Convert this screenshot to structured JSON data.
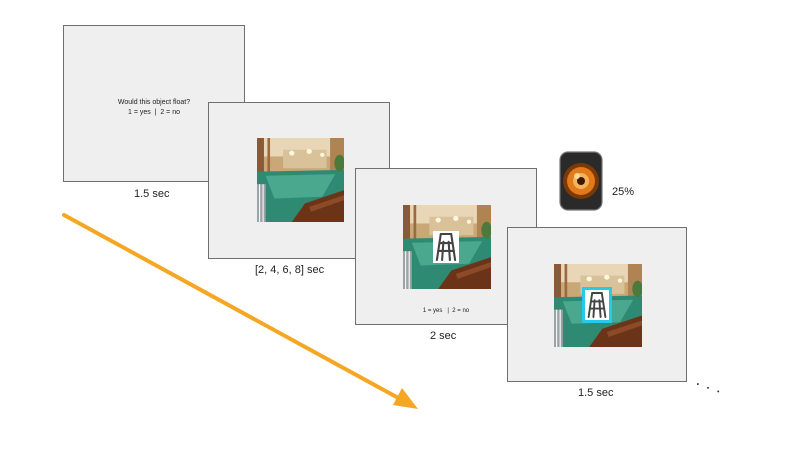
{
  "screens": [
    {
      "line1": "Would this object float?",
      "line2": "1 = yes  |  2 = no",
      "duration": "1.5 sec"
    },
    {
      "duration": "[2, 4, 6, 8] sec"
    },
    {
      "response": "1 = yes   |  2 = no",
      "duration": "2 sec"
    },
    {
      "duration": "1.5 sec"
    }
  ],
  "audio": {
    "icon": "speaker-icon",
    "percent": "25%"
  },
  "continuation": ". . .",
  "colors": {
    "arrow": "#f5a623",
    "highlight": "#28c8e8",
    "screen_bg": "#efefef"
  }
}
